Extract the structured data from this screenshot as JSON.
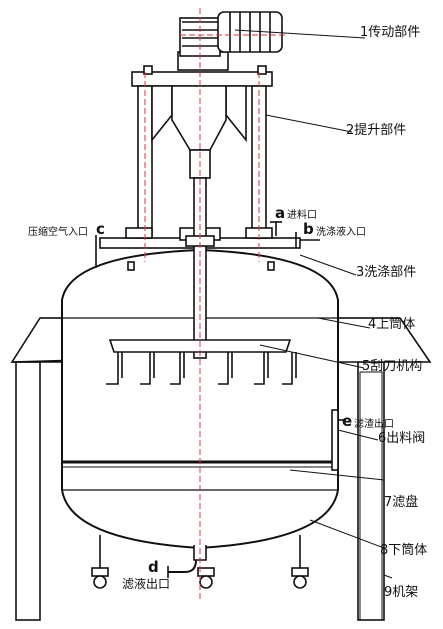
{
  "parts": [
    {
      "id": "drive",
      "label": "1传动部件"
    },
    {
      "id": "lift",
      "label": "2提升部件"
    },
    {
      "id": "wash",
      "label": "3洗涤部件"
    },
    {
      "id": "upper-shell",
      "label": "4上筒体"
    },
    {
      "id": "scraper",
      "label": "5刮刀机构"
    },
    {
      "id": "discharge-valve",
      "label": "6出料阀"
    },
    {
      "id": "filter-plate",
      "label": "7滤盘"
    },
    {
      "id": "lower-shell",
      "label": "8下筒体"
    },
    {
      "id": "frame",
      "label": "9机架"
    }
  ],
  "ports": [
    {
      "letter": "a",
      "label": "进料口"
    },
    {
      "letter": "b",
      "label": "洗涤液入口"
    },
    {
      "letter": "c",
      "label": "压缩空气入口"
    },
    {
      "letter": "d",
      "label": "滤液出口"
    },
    {
      "letter": "e",
      "label": "滤渣出口"
    }
  ],
  "colors": {
    "line": "#111111",
    "centerline": "#d9333f",
    "fill": "#ffffff",
    "motor": "#555555"
  }
}
